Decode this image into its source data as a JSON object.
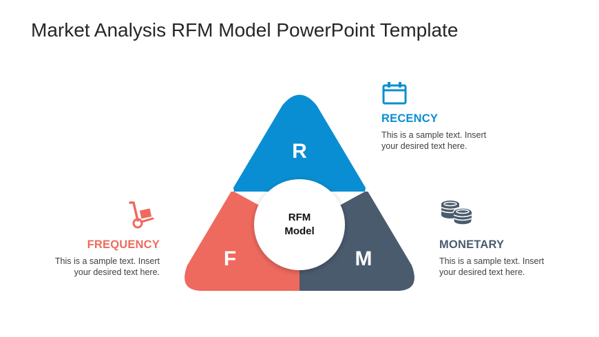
{
  "slide": {
    "title": "Market Analysis RFM Model PowerPoint Template"
  },
  "diagram": {
    "center_label_line1": "RFM",
    "center_label_line2": "Model",
    "segments": [
      {
        "letter": "R",
        "color": "#0A8ED3"
      },
      {
        "letter": "F",
        "color": "#EE6A5E"
      },
      {
        "letter": "M",
        "color": "#4A5B6E"
      }
    ]
  },
  "recency": {
    "heading": "RECENCY",
    "color": "#0A8ED3",
    "icon": "calendar-icon",
    "desc_line1": "This is a sample text. Insert",
    "desc_line2": "your desired text here."
  },
  "frequency": {
    "heading": "FREQUENCY",
    "color": "#EE6A5E",
    "icon": "hand-truck-icon",
    "desc_line1": "This is a sample text. Insert",
    "desc_line2": "your desired text here."
  },
  "monetary": {
    "heading": "MONETARY",
    "color": "#4A5B6E",
    "icon": "coins-icon",
    "desc_line1": "This is a sample text. Insert",
    "desc_line2": "your desired text here."
  }
}
